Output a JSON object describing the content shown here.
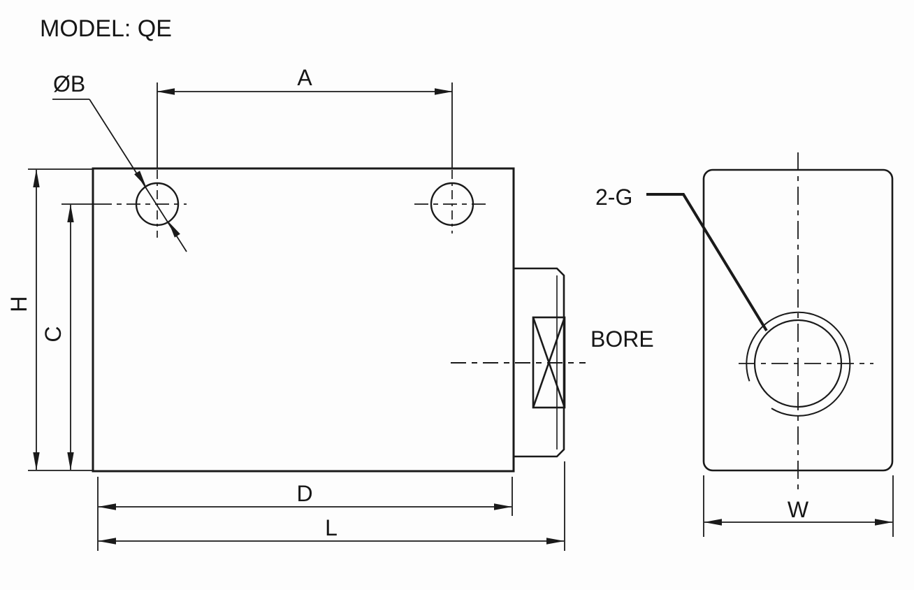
{
  "title": "MODEL: QE",
  "colors": {
    "line": "#1a1a1a",
    "background": "#fdfdfd"
  },
  "front_view": {
    "view_name": "front-view",
    "labels": {
      "hole_spacing": "A",
      "hole_diameter": "ØB",
      "overall_height": "H",
      "center_height": "C",
      "body_length": "D",
      "overall_length": "L",
      "bore": "BORE"
    }
  },
  "side_view": {
    "view_name": "side-view",
    "labels": {
      "ports": "2-G",
      "width": "W"
    }
  }
}
